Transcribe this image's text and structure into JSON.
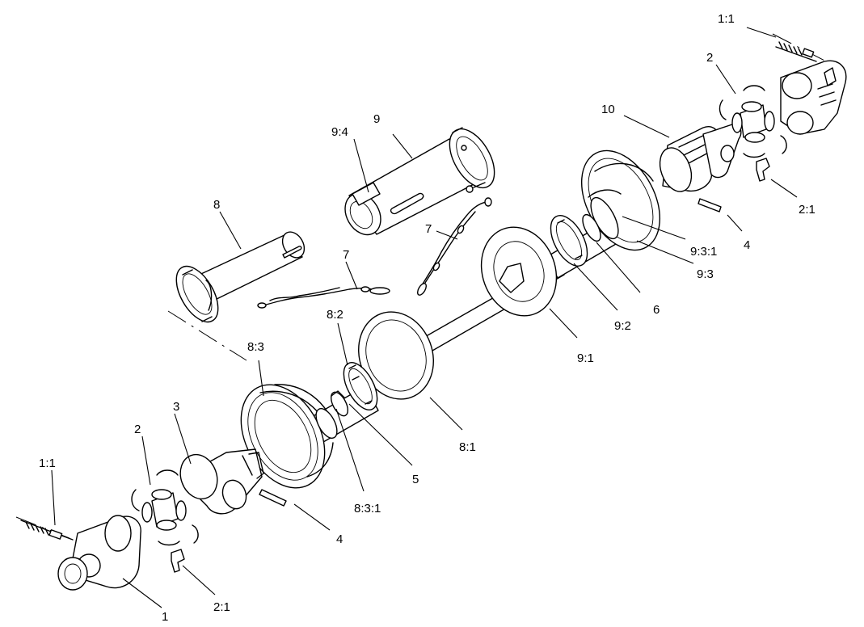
{
  "labels": {
    "l_1_1_top": "1:1",
    "l_2_top": "2",
    "l_10": "10",
    "l_9": "9",
    "l_9_4": "9:4",
    "l_8": "8",
    "l_7_right": "7",
    "l_7_left": "7",
    "l_2_1_top": "2:1",
    "l_4_top": "4",
    "l_9_3_1": "9:3:1",
    "l_9_3": "9:3",
    "l_6": "6",
    "l_9_2": "9:2",
    "l_9_1": "9:1",
    "l_8_2": "8:2",
    "l_8_3": "8:3",
    "l_8_1": "8:1",
    "l_5": "5",
    "l_3": "3",
    "l_2_bottom": "2",
    "l_1_1_bottom": "1:1",
    "l_8_3_1": "8:3:1",
    "l_4_bottom": "4",
    "l_2_1_bottom": "2:1",
    "l_1": "1"
  }
}
